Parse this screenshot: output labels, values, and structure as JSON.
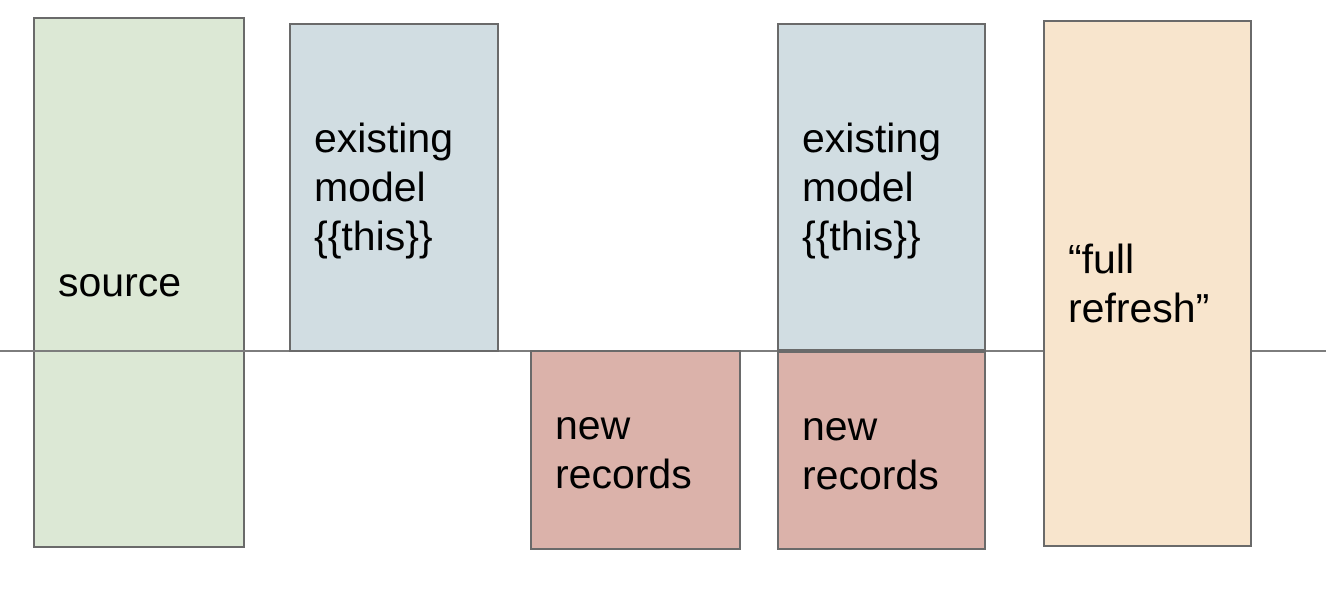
{
  "diagram": {
    "colors": {
      "background": "#ffffff",
      "box_border": "#6a6a6a",
      "baseline": "#7d7d7d",
      "text": "#000000",
      "source_fill": "#dce8d5",
      "existing_model_fill": "#d1dde2",
      "new_records_fill": "#dbb2aa",
      "full_refresh_fill": "#f8e5cd"
    },
    "boxes": [
      {
        "name": "source",
        "label": "source",
        "fill": "#dce8d5"
      },
      {
        "name": "existing-model-left",
        "label": "existing\nmodel\n{{this}}",
        "fill": "#d1dde2"
      },
      {
        "name": "new-records-left",
        "label": "new\nrecords",
        "fill": "#dbb2aa"
      },
      {
        "name": "existing-model-right",
        "label": "existing\nmodel\n{{this}}",
        "fill": "#d1dde2"
      },
      {
        "name": "new-records-right",
        "label": "new\nrecords",
        "fill": "#dbb2aa"
      },
      {
        "name": "full-refresh",
        "label": "“full\nrefresh”",
        "fill": "#f8e5cd"
      }
    ]
  }
}
